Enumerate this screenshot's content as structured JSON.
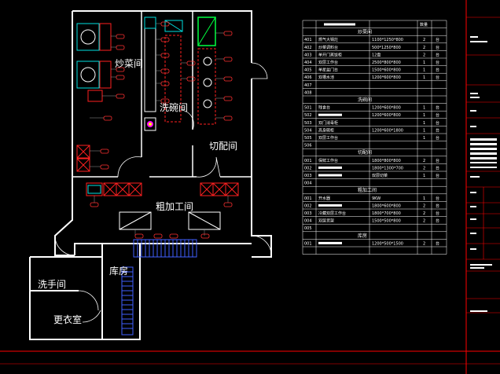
{
  "rooms": {
    "stir_fry": "炒菜间",
    "wash": "洗碗间",
    "cut": "切配间",
    "prep": "粗加工间",
    "storage": "库房",
    "handwash": "洗手间",
    "changing": "更衣室"
  },
  "table": {
    "col1_header": "",
    "col3_header": "数量",
    "sections": [
      {
        "title": "炒菜间",
        "rows": [
          {
            "no": "401",
            "name": "燃气大锅灶",
            "spec": "1100*1250*800",
            "qty": "2",
            "unit": "台"
          },
          {
            "no": "402",
            "name": "炒菜调料台",
            "spec": "500*1250*800",
            "qty": "2",
            "unit": "台"
          },
          {
            "no": "403",
            "name": "单开门蒸饭柜",
            "spec": "12盘",
            "qty": "2",
            "unit": "台"
          },
          {
            "no": "404",
            "name": "双层工作台",
            "spec": "2500*800*800",
            "qty": "1",
            "unit": "台"
          },
          {
            "no": "405",
            "name": "单星盆门台",
            "spec": "1500*600*800",
            "qty": "1",
            "unit": "台"
          },
          {
            "no": "406",
            "name": "双槽水池",
            "spec": "1200*600*800",
            "qty": "1",
            "unit": "台"
          },
          {
            "no": "407",
            "name": "",
            "spec": "",
            "qty": "",
            "unit": ""
          },
          {
            "no": "408",
            "name": "",
            "spec": "",
            "qty": "",
            "unit": ""
          }
        ]
      },
      {
        "title": "洗碗间",
        "rows": [
          {
            "no": "501",
            "name": "残食台",
            "spec": "1200*600*800",
            "qty": "1",
            "unit": "台"
          },
          {
            "no": "502",
            "name": "",
            "spec": "1200*600*800",
            "qty": "1",
            "unit": "台"
          },
          {
            "no": "503",
            "name": "双门消毒柜",
            "spec": "",
            "qty": "1",
            "unit": "台"
          },
          {
            "no": "504",
            "name": "高身碗柜",
            "spec": "1200*600*1800",
            "qty": "1",
            "unit": "台"
          },
          {
            "no": "505",
            "name": "双层工作台",
            "spec": "",
            "qty": "1",
            "unit": "台"
          },
          {
            "no": "506",
            "name": "",
            "spec": "",
            "qty": "",
            "unit": ""
          }
        ]
      },
      {
        "title": "切配间",
        "rows": [
          {
            "no": "001",
            "name": "保鲜工作台",
            "spec": "1800*800*800",
            "qty": "2",
            "unit": "台"
          },
          {
            "no": "002",
            "name": "",
            "spec": "1800*1300*700",
            "qty": "2",
            "unit": "台"
          },
          {
            "no": "003",
            "name": "",
            "spec": "双层切菜",
            "qty": "1",
            "unit": "台"
          },
          {
            "no": "004",
            "name": "",
            "spec": "",
            "qty": "",
            "unit": ""
          }
        ]
      },
      {
        "title": "粗加工间",
        "rows": [
          {
            "no": "001",
            "name": "开水器",
            "spec": "9KW",
            "qty": "1",
            "unit": "台"
          },
          {
            "no": "002",
            "name": "",
            "spec": "1800*600*800",
            "qty": "2",
            "unit": "台"
          },
          {
            "no": "003",
            "name": "冷藏双层工作台",
            "spec": "1800*700*800",
            "qty": "2",
            "unit": "台"
          },
          {
            "no": "004",
            "name": "双层货架",
            "spec": "1500*500*800",
            "qty": "2",
            "unit": "台"
          },
          {
            "no": "005",
            "name": "",
            "spec": "",
            "qty": "",
            "unit": ""
          }
        ]
      },
      {
        "title": "库房",
        "rows": [
          {
            "no": "001",
            "name": "",
            "spec": "1200*500*1500",
            "qty": "2",
            "unit": "台"
          },
          {
            "no": "",
            "name": "",
            "spec": "",
            "qty": "",
            "unit": ""
          }
        ]
      }
    ]
  },
  "colors": {
    "background": "#000000",
    "wall": "#ffffff",
    "equipment_red": "#ff2020",
    "equipment_cyan": "#00e0e0",
    "equipment_green": "#00ff40",
    "dimension_grey": "#9a9a9a",
    "border_red": "#ff0000",
    "tag_red": "#ff3030",
    "drain_blue": "#4060ff"
  },
  "icons": [
    "door-swing-icon",
    "equipment-tag-icon",
    "sink-icon",
    "stove-icon"
  ]
}
